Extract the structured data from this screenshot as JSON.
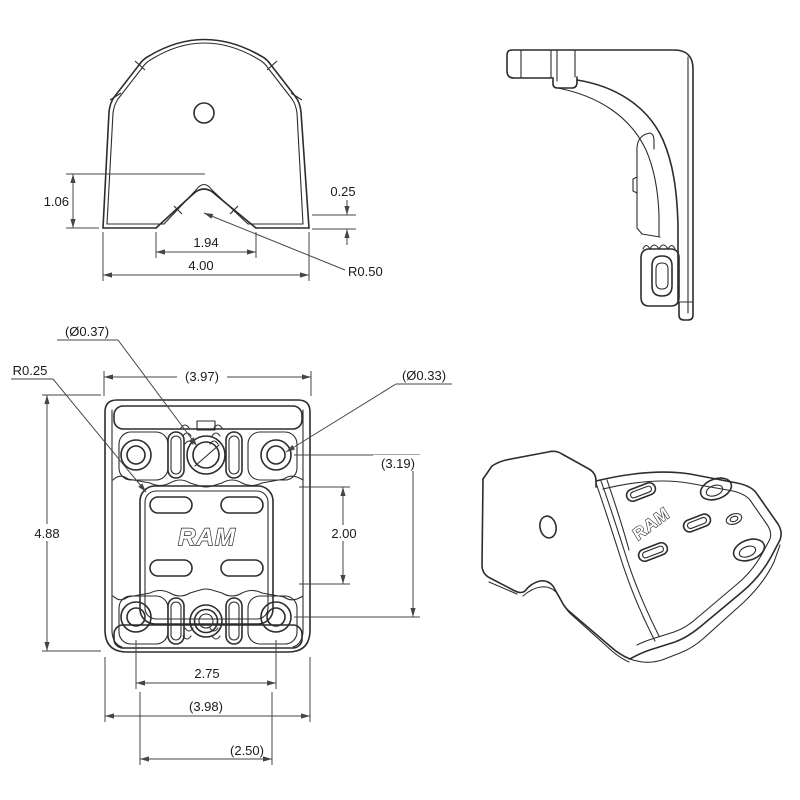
{
  "drawing": {
    "background": "#ffffff",
    "line_color": "#2d2d2d",
    "dim_color": "#454545",
    "brand_logo": "RAM",
    "front_view": {
      "dim_height_left": "1.06",
      "dim_edge_thickness": "0.25",
      "dim_notch_width": "1.94",
      "dim_overall_width": "4.00",
      "dim_notch_radius": "R0.50"
    },
    "plan_view": {
      "dim_center_hole_dia": "(Ø0.37)",
      "dim_corner_radius": "R0.25",
      "dim_top_width": "(3.97)",
      "dim_outer_hole_dia": "(Ø0.33)",
      "dim_hole_span_vertical": "(3.19)",
      "dim_slot_span": "2.00",
      "dim_overall_height": "4.88",
      "dim_hole_span_horizontal": "2.75",
      "dim_overall_width": "(3.98)",
      "dim_inner_span": "(2.50)"
    },
    "iso_view": {
      "brand_logo": "RAM"
    }
  }
}
